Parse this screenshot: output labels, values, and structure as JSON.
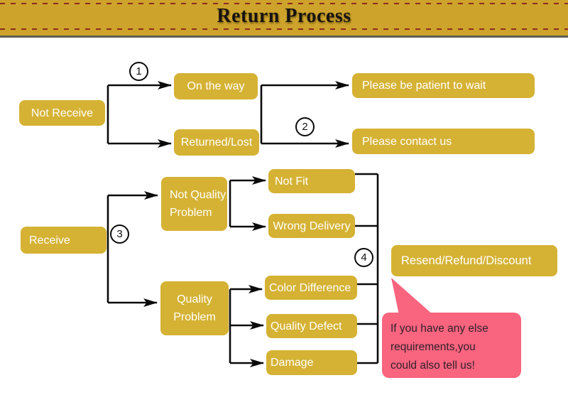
{
  "header": {
    "title": "Return Process"
  },
  "badges": {
    "one": "1",
    "two": "2",
    "three": "3",
    "four": "4"
  },
  "not_receive_flow": {
    "source": "Not Receive",
    "on_the_way": "On the way",
    "returned_lost": "Returned/Lost",
    "wait": "Please be patient to wait",
    "contact": "Please contact us"
  },
  "receive_flow": {
    "source": "Receive",
    "not_quality_problem": "Not Quality Problem",
    "quality_problem": "Quality Problem",
    "not_fit": "Not Fit",
    "wrong_delivery": "Wrong Delivery",
    "color_difference": "Color Difference",
    "quality_defect": "Quality Defect",
    "damage": "Damage",
    "resolution": "Resend/Refund/Discount"
  },
  "note": {
    "text": "If you have any else\nrequirements,you\ncould also tell us!"
  },
  "colors": {
    "banner_yellow": "#cda32b",
    "box_yellow": "#d5b233",
    "dash_red": "#8e2b1d",
    "divider_olive": "#5d5f50",
    "note_pink": "#f9647f",
    "note_text": "#33202b",
    "line_color": "#0a0a0a"
  }
}
